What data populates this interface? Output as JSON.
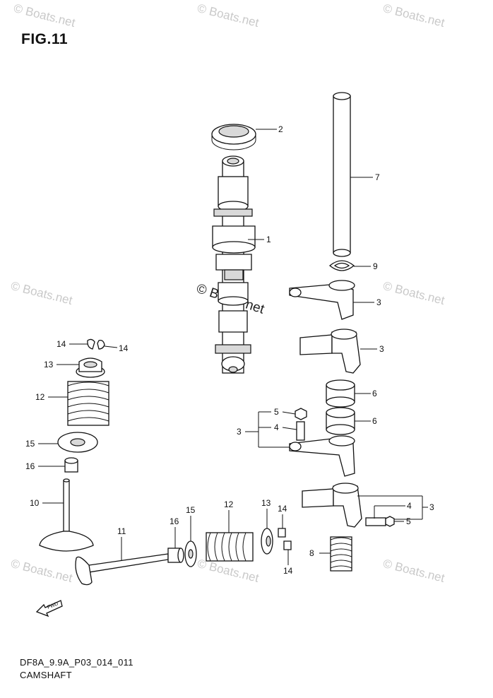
{
  "figure": {
    "title": "FIG.11",
    "diagram_code": "DF8A_9.9A_P03_014_011",
    "caption": "CAMSHAFT"
  },
  "watermark": {
    "text": "© Boats.net",
    "color": "#c9c9c9"
  },
  "callouts": {
    "c1": "1",
    "c2": "2",
    "c3a": "3",
    "c3b": "3",
    "c3c": "3",
    "c3d": "3",
    "c4a": "4",
    "c4b": "4",
    "c5a": "5",
    "c5b": "5",
    "c6a": "6",
    "c6b": "6",
    "c7": "7",
    "c8": "8",
    "c9": "9",
    "c10": "10",
    "c11": "11",
    "c12a": "12",
    "c12b": "12",
    "c13a": "13",
    "c13b": "13",
    "c14a": "14",
    "c14b": "14",
    "c14c": "14",
    "c14d": "14",
    "c15a": "15",
    "c15b": "15",
    "c16a": "16",
    "c16b": "16"
  },
  "icons": {
    "fwd_arrow": "fwd-arrow-icon",
    "fwd_text": "FWD"
  }
}
